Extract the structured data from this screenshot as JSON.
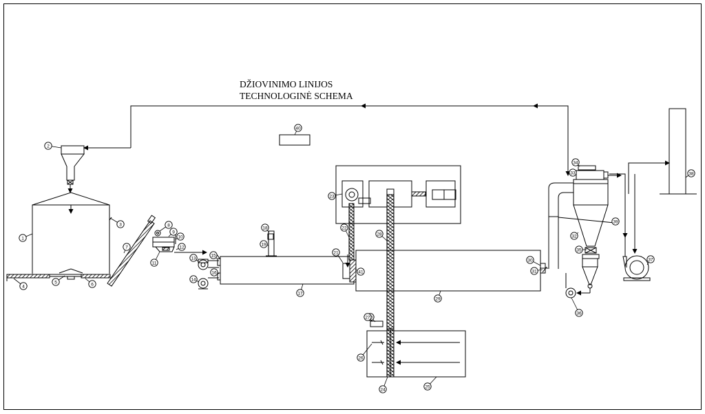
{
  "title": {
    "line1": "DŽIOVINIMO LINIJOS",
    "line2": "TECHNOLOGINĖ SCHEMA"
  },
  "item_numbers": [
    "1",
    "2",
    "3",
    "4",
    "5",
    "6",
    "7",
    "8",
    "9",
    "10",
    "11",
    "12",
    "13",
    "14",
    "15",
    "16",
    "17",
    "18",
    "19",
    "20",
    "21",
    "22",
    "23",
    "24",
    "25",
    "26",
    "27",
    "28",
    "29",
    "30",
    "31",
    "32",
    "33",
    "34",
    "35",
    "36",
    "37",
    "38",
    "39",
    "40",
    "41"
  ],
  "colors": {
    "line": "#000000",
    "background": "#ffffff",
    "hatch": "#000000"
  }
}
